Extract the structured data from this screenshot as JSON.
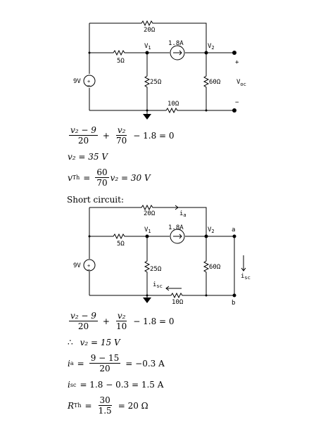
{
  "circuit1": {
    "r_top": "20Ω",
    "r_left": "5Ω",
    "r_mid": "25Ω",
    "r_right": "60Ω",
    "r_bottom": "10Ω",
    "source": "9V",
    "current_source": "1.8A",
    "node_v1": "V",
    "node_v1_sub": "1",
    "node_v2": "V",
    "node_v2_sub": "2",
    "plus": "+",
    "minus": "−",
    "voc": "V",
    "voc_sub": "oc"
  },
  "equations1": {
    "eq1": {
      "n1": "v₂ − 9",
      "d1": "20",
      "plus": "+",
      "n2": "v₂",
      "d2": "70",
      "rest": "− 1.8 = 0"
    },
    "eq2": {
      "text": "v₂ = 35  V"
    },
    "eq3": {
      "lhs_var": "v",
      "lhs_sub": "Th",
      "eq": "=",
      "num": "60",
      "den": "70",
      "rest": "v₂ = 30  V"
    }
  },
  "short_circuit_heading": "Short circuit:",
  "circuit2": {
    "r_top": "20Ω",
    "ia_label": "i",
    "ia_sub": "a",
    "r_left": "5Ω",
    "r_mid": "25Ω",
    "r_right": "60Ω",
    "r_bottom": "10Ω",
    "source": "9V",
    "current_source": "1.8A",
    "node_v1": "V",
    "node_v1_sub": "1",
    "node_v2": "V",
    "node_v2_sub": "2",
    "node_a": "a",
    "node_b": "b",
    "isc_label": "i",
    "isc_sub": "sc",
    "isc_right": "i",
    "isc_right_sub": "sc"
  },
  "equations2": {
    "eq1": {
      "n1": "v₂ − 9",
      "d1": "20",
      "plus": "+",
      "n2": "v₂",
      "d2": "10",
      "rest": "− 1.8 = 0"
    },
    "eq2": {
      "therefore": "∴",
      "text": "v₂ = 15  V"
    },
    "eq3": {
      "lhs_var": "i",
      "lhs_sub": "a",
      "eq": "=",
      "num": "9 − 15",
      "den": "20",
      "rest": "= −0.3  A"
    },
    "eq4": {
      "lhs_var": "i",
      "lhs_sub": "sc",
      "rest": "= 1.8 − 0.3 = 1.5  A"
    },
    "eq5": {
      "lhs_var": "R",
      "lhs_sub": "Th",
      "eq": "=",
      "num": "30",
      "den": "1.5",
      "rest": "= 20 Ω"
    }
  }
}
